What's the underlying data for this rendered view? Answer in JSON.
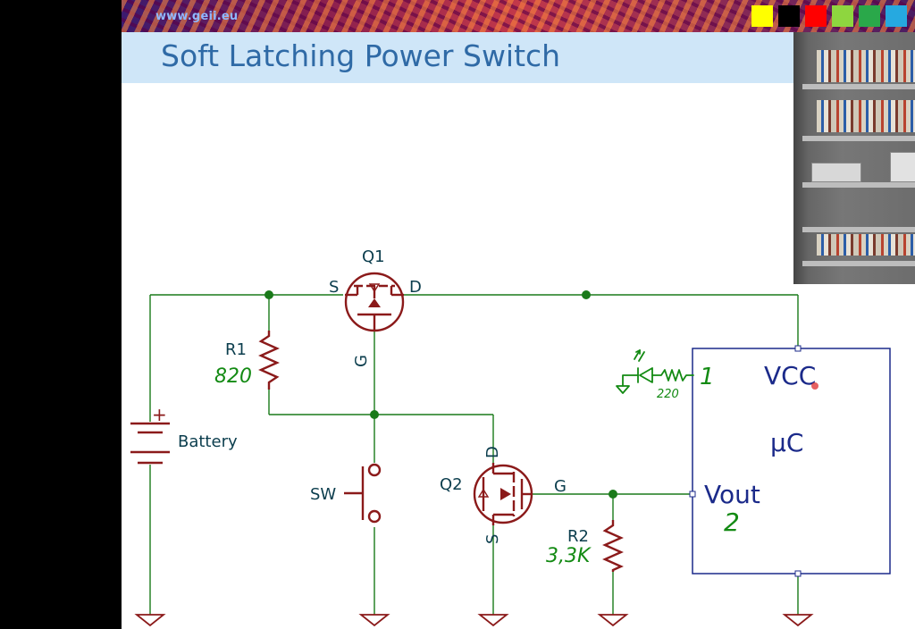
{
  "header": {
    "site_url": "www.geii.eu",
    "slide_title": "Soft Latching Power Switch",
    "swatches": [
      "#ffff00",
      "#000000",
      "#ff0000",
      "#8ed63f",
      "#2aa84a",
      "#26a9e0"
    ]
  },
  "schematic": {
    "q1": {
      "ref": "Q1",
      "source": "S",
      "drain": "D",
      "gate": "G"
    },
    "q2": {
      "ref": "Q2",
      "source": "S",
      "drain": "D",
      "gate": "G"
    },
    "r1": {
      "ref": "R1",
      "value": "820"
    },
    "r2": {
      "ref": "R2",
      "value": "3,3K"
    },
    "battery": {
      "label": "Battery",
      "polarity": "+"
    },
    "switch": {
      "ref": "SW"
    },
    "mcu": {
      "name": "µC",
      "vcc": "VCC",
      "vout": "Vout"
    },
    "annotations": {
      "pin1": "1",
      "pin2": "2",
      "led_resistor": "220"
    }
  },
  "colors": {
    "wire": "#1a7a1a",
    "component": "#8b1a1a",
    "label": "#0b3d4d",
    "mcu_box": "#1b2a8a",
    "handwriting": "#138a13",
    "title": "#2f6aa6",
    "title_band": "#cfe6f8"
  }
}
